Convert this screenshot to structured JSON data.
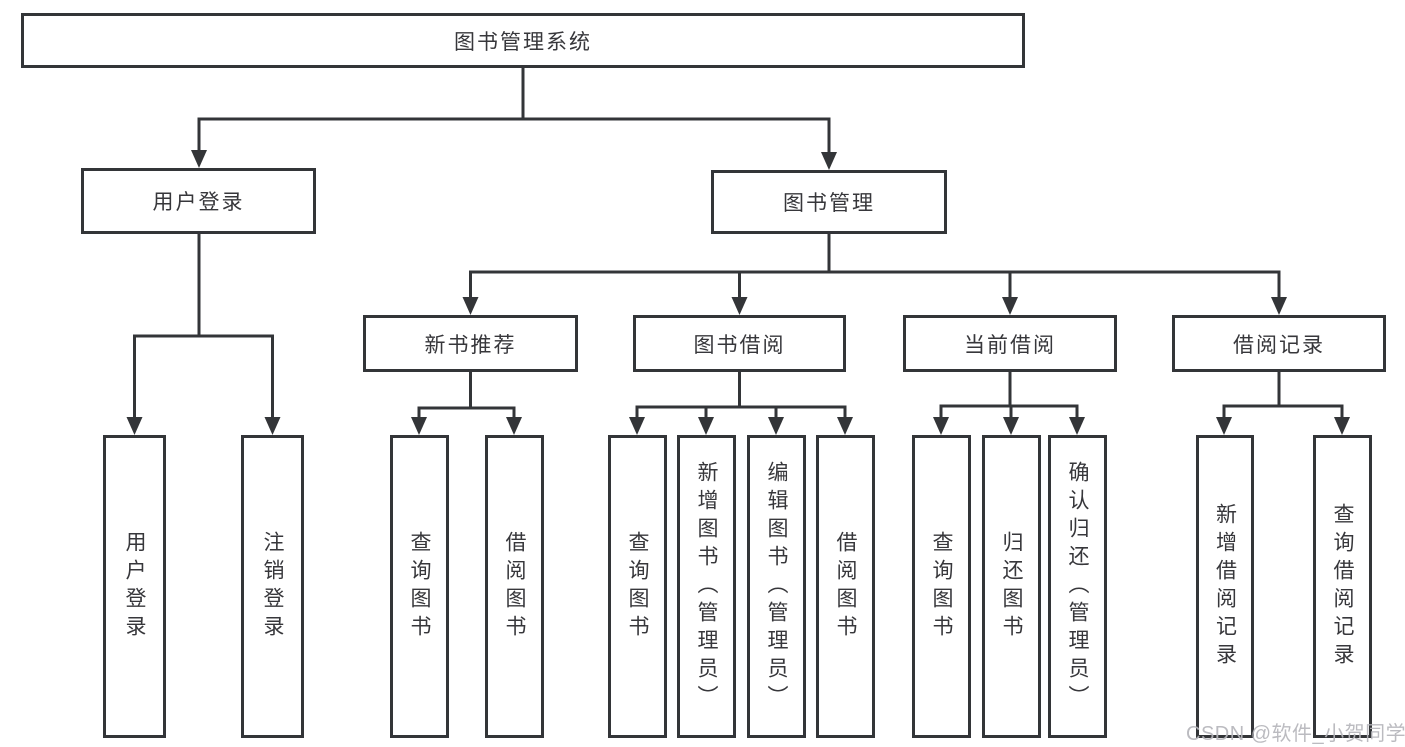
{
  "diagram": {
    "title": "图书管理系统",
    "root": {
      "label": "图书管理系统"
    },
    "level2": [
      {
        "label": "用户登录"
      },
      {
        "label": "图书管理"
      }
    ],
    "level3": [
      {
        "label": "新书推荐"
      },
      {
        "label": "图书借阅"
      },
      {
        "label": "当前借阅"
      },
      {
        "label": "借阅记录"
      }
    ],
    "leaves": [
      {
        "label": "用户登录"
      },
      {
        "label": "注销登录"
      },
      {
        "label": "查询图书"
      },
      {
        "label": "借阅图书"
      },
      {
        "label": "查询图书"
      },
      {
        "label": "新增图书（管理员）"
      },
      {
        "label": "编辑图书（管理员）"
      },
      {
        "label": "借阅图书"
      },
      {
        "label": "查询图书"
      },
      {
        "label": "归还图书"
      },
      {
        "label": "确认归还（管理员）"
      },
      {
        "label": "新增借阅记录"
      },
      {
        "label": "查询借阅记录"
      }
    ]
  },
  "watermark": {
    "text": "CSDN @软件_小贺同学"
  },
  "colors": {
    "line": "#333538",
    "text": "#37373b",
    "background": "#ffffff",
    "watermark": "#b6b6bb"
  }
}
